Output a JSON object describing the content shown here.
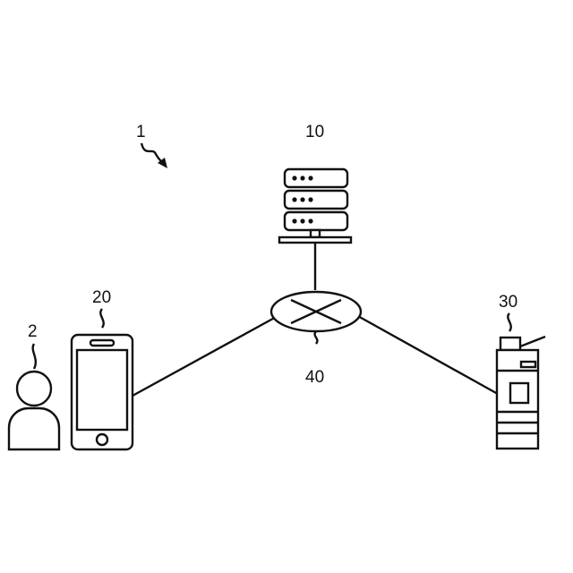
{
  "diagram": {
    "labels": {
      "system": "1",
      "user": "2",
      "server": "10",
      "terminal": "20",
      "image_forming_apparatus": "30",
      "network": "40"
    }
  }
}
